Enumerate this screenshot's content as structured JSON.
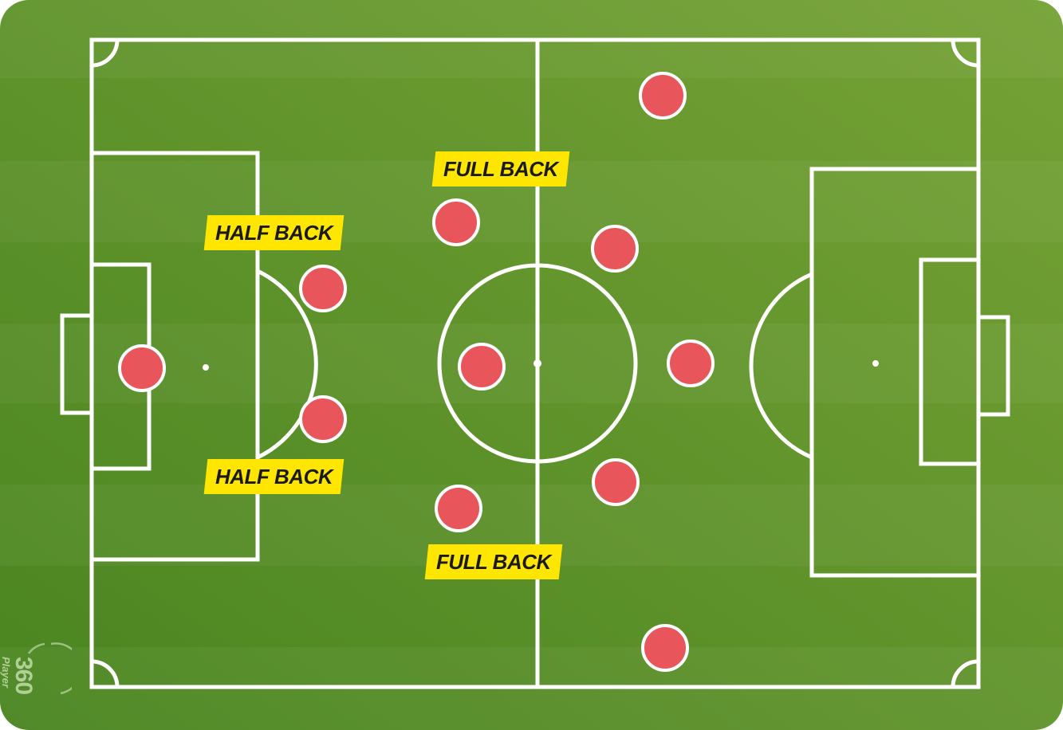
{
  "labels": {
    "full_back_top": "FULL BACK",
    "half_back_top": "HALF BACK",
    "half_back_bottom": "HALF BACK",
    "full_back_bottom": "FULL BACK"
  },
  "logo": {
    "number": "360",
    "word": "Player"
  },
  "players": [
    {
      "role": "goalkeeper"
    },
    {
      "role": "half-back-top"
    },
    {
      "role": "half-back-bottom"
    },
    {
      "role": "full-back-top"
    },
    {
      "role": "full-back-bottom"
    },
    {
      "role": "center"
    },
    {
      "role": "player"
    },
    {
      "role": "player"
    },
    {
      "role": "player"
    },
    {
      "role": "player"
    },
    {
      "role": "player"
    }
  ],
  "colors": {
    "pitch_dark": "#4a8520",
    "pitch_light": "#73a035",
    "line": "#ffffff",
    "player": "#e8565b",
    "label_bg": "#ffe600",
    "label_text": "#1a1a1a"
  }
}
